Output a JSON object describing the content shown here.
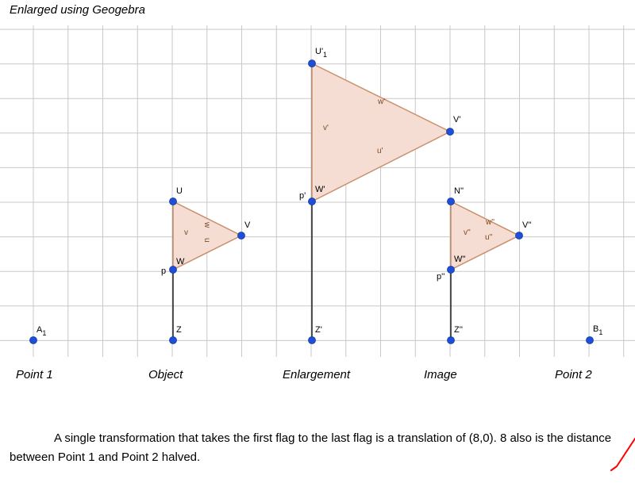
{
  "title": "Enlarged using Geogebra",
  "colors": {
    "grid": "#c8c8c8",
    "point": "#1f4fd8",
    "triangle_stroke": "#c8906e",
    "triangle_fill": "#f6ddd3",
    "check_mark": "#ff0000"
  },
  "captions": {
    "point1": "Point 1",
    "object": "Object",
    "enlargement": "Enlargement",
    "image": "Image",
    "point2": "Point 2"
  },
  "points": {
    "A1": {
      "base": "A",
      "sub": "1"
    },
    "B1": {
      "base": "B",
      "sub": "1"
    },
    "U": {
      "base": "U"
    },
    "V": {
      "base": "V"
    },
    "W": {
      "base": "W"
    },
    "P": {
      "base": "p"
    },
    "Z": {
      "base": "Z"
    },
    "U1p": {
      "base": "U'",
      "sub": "1"
    },
    "Vp": {
      "base": "V'"
    },
    "Wp": {
      "base": "W'"
    },
    "Pp": {
      "base": "p'"
    },
    "Zp": {
      "base": "Z'"
    },
    "Upp": {
      "base": "N''"
    },
    "Vpp": {
      "base": "V''"
    },
    "Wpp": {
      "base": "W''"
    },
    "Ppp": {
      "base": "p''"
    },
    "Zpp": {
      "base": "Z''"
    }
  },
  "side_labels": {
    "object": {
      "u": "u",
      "v": "v",
      "w": "w"
    },
    "enlargement": {
      "u": "u'",
      "v": "v'",
      "w": "w'"
    },
    "image": {
      "u": "u''",
      "v": "v''",
      "w": "w''"
    }
  },
  "note": "A single transformation that takes the first flag to the last flag is a translation of (8,0). 8 also is the distance between Point 1 and Point 2 halved."
}
